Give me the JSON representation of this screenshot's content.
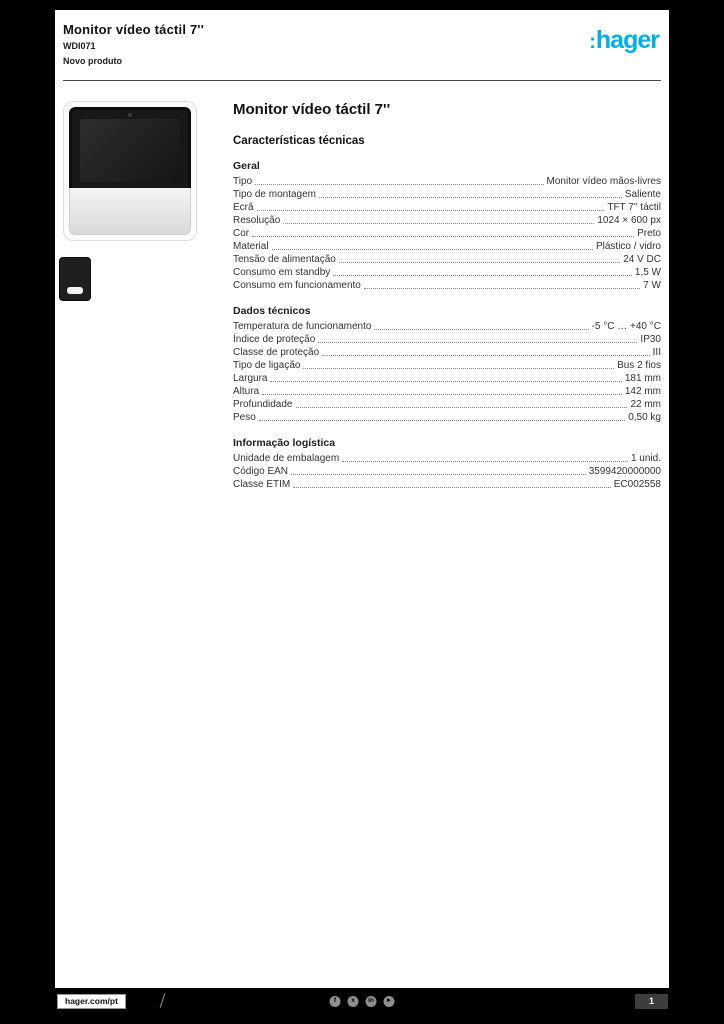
{
  "colors": {
    "brand": "#00b0e6",
    "page_background": "#000000",
    "paper": "#ffffff",
    "text": "#2b2b2b"
  },
  "header": {
    "title_line1": "Monitor vídeo táctil 7''",
    "title_line2": "WDI071",
    "title_line3": "Novo produto",
    "logo_colon": ":",
    "logo_text": "hager"
  },
  "product": {
    "title": "Monitor vídeo táctil 7''",
    "specs_heading": "Características técnicas"
  },
  "sections": [
    {
      "title": "Geral",
      "rows": [
        {
          "label": "Tipo",
          "value": "Monitor vídeo mãos-livres"
        },
        {
          "label": "Tipo de montagem",
          "value": "Saliente"
        },
        {
          "label": "Ecrã",
          "value": "TFT 7'' táctil"
        },
        {
          "label": "Resolução",
          "value": "1024 × 600 px"
        },
        {
          "label": "Cor",
          "value": "Preto"
        },
        {
          "label": "Material",
          "value": "Plástico / vidro"
        },
        {
          "label": "Tensão de alimentação",
          "value": "24 V DC"
        },
        {
          "label": "Consumo em standby",
          "value": "1,5 W"
        },
        {
          "label": "Consumo em funcionamento",
          "value": "7 W"
        }
      ]
    },
    {
      "title": "Dados técnicos",
      "rows": [
        {
          "label": "Temperatura de funcionamento",
          "value": "-5 °C … +40 °C"
        },
        {
          "label": "Índice de proteção",
          "value": "IP30"
        },
        {
          "label": "Classe de proteção",
          "value": "III"
        },
        {
          "label": "Tipo de ligação",
          "value": "Bus 2 fios"
        },
        {
          "label": "Largura",
          "value": "181 mm"
        },
        {
          "label": "Altura",
          "value": "142 mm"
        },
        {
          "label": "Profundidade",
          "value": "22 mm"
        },
        {
          "label": "Peso",
          "value": "0,50 kg"
        }
      ]
    },
    {
      "title": "Informação logística",
      "rows": [
        {
          "label": "Unidade de embalagem",
          "value": "1 unid."
        },
        {
          "label": "Código EAN",
          "value": "3599420000000"
        },
        {
          "label": "Classe ETIM",
          "value": "EC002558"
        }
      ]
    }
  ],
  "footer": {
    "site_label": "hager.com/pt",
    "page_label": "1",
    "social": [
      {
        "name": "facebook-icon",
        "glyph": "f"
      },
      {
        "name": "x-icon",
        "glyph": "x"
      },
      {
        "name": "linkedin-icon",
        "glyph": "in"
      },
      {
        "name": "youtube-icon",
        "glyph": "►"
      }
    ]
  }
}
